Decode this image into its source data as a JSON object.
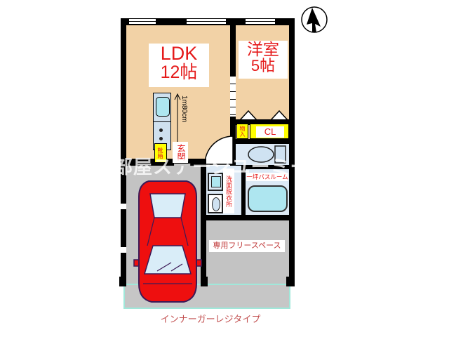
{
  "rooms": {
    "ldk": {
      "name": "LDK",
      "area": "12帖"
    },
    "western": {
      "name": "洋室",
      "area": "5帖"
    },
    "closet": {
      "label": "CL"
    },
    "storage": {
      "label": "物入"
    },
    "shoebox": {
      "label": "靴箱"
    },
    "entrance": {
      "label": "玄関"
    },
    "washroom": {
      "label": "洗面脱衣所"
    },
    "bathroom": {
      "label": "一坪バスルーム"
    },
    "free_space": {
      "label": "専用フリースペース"
    }
  },
  "kitchen": {
    "width_label": "1m80cm"
  },
  "caption": "インナーガーレジタイプ",
  "watermark": "部屋ステージユーミー",
  "icons": {
    "compass": "north-arrow",
    "car": "red-car-top-view",
    "toilet": "toilet",
    "bathtub": "bathtub",
    "washer": "washing-machine",
    "basin": "washbasin",
    "sink": "kitchen-sink"
  },
  "colors": {
    "room_fill": "#f2d2a6",
    "closet_fill": "#ffff00",
    "wet_room_fill": "#dce9f5",
    "fixture_fill": "#aee6f0",
    "garage_fill": "#c3c3c3",
    "car_red": "#ee0f0f",
    "label_red": "#e51a1a",
    "caption_red": "#c25050",
    "apron_border": "#a0e8da"
  }
}
